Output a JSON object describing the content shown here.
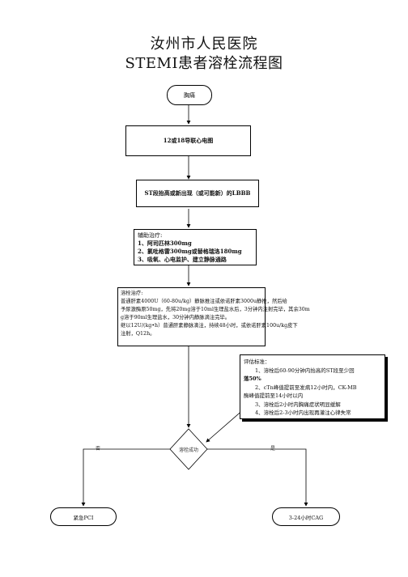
{
  "header": {
    "hospital": "汝州市人民医院",
    "title": "STEMI患者溶栓流程图"
  },
  "nodes": {
    "start": "胸痛",
    "ecg": "12或18导联心电图",
    "st": "ST段抬高或新出现（或可能新）的LBBB",
    "aux": {
      "heading": "辅助治疗:",
      "lines": [
        "1、阿司匹林300mg",
        "2、氯吡格雷300mg或替格瑞洛180mg",
        "3、吸氧、心电监护、建立静脉通路"
      ]
    },
    "thrombolysis": {
      "heading": "溶栓治疗:",
      "lines": [
        "普通肝素4000U（60-80u/kg）静脉推注或依诺肝素3000u静推，然后给",
        "予尿激酶原50mg，先将20mg溶于10ml生理盐水后，3分钟内注射完毕，其余30m",
        "g溶于90ml生理盐水，30分钟内静脉滴注完毕。",
        "继以12U/(kg•h）普通肝素静脉滴注，持续48小时，或依诺肝素100u/kg皮下",
        "注射，Q12h。"
      ]
    },
    "criteria": {
      "heading": "评估标准：",
      "lines": [
        "1、溶栓后60-90分钟内抬高的ST段至少回",
        "落50%",
        "2、cTn峰值提前至发病12小时内，CK-MB",
        "酶峰值提前至14小时以内",
        "3、溶栓后2小时内胸痛症状明显缓解",
        "4、溶栓后2-3小时内出现再灌注心律失常"
      ]
    },
    "decision": "溶栓成功",
    "no_label": "否",
    "yes_label": "是",
    "fail": "紧急PCI",
    "success": "3-24小时CAG"
  }
}
